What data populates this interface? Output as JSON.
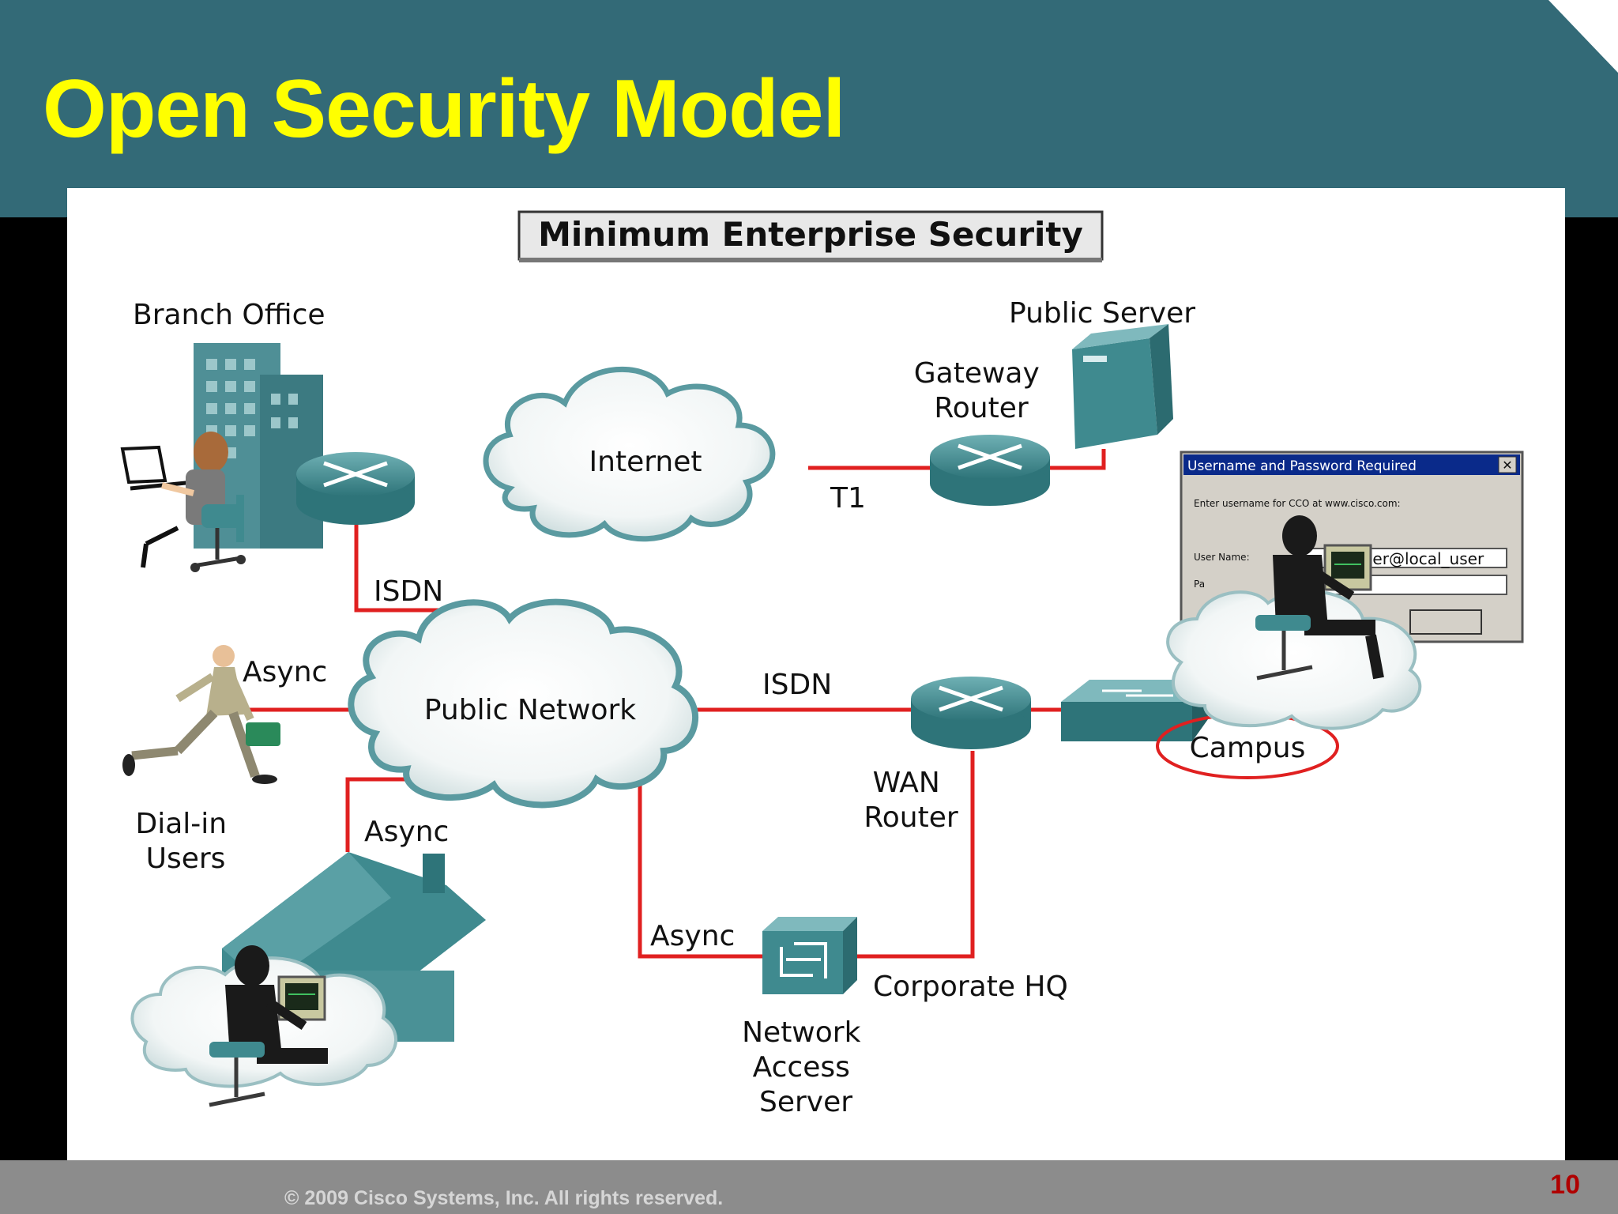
{
  "slide": {
    "title": "Open Security Model",
    "page_number": "10",
    "copyright": "© 2009 Cisco Systems, Inc. All rights reserved."
  },
  "diagram": {
    "heading": "Minimum Enterprise Security",
    "nodes": {
      "branch_office": "Branch Office",
      "internet": "Internet",
      "public_server": "Public Server",
      "gateway_router": [
        "Gateway",
        "Router"
      ],
      "public_network": "Public Network",
      "dial_in_users": [
        "Dial-in",
        "Users"
      ],
      "wan_router": [
        "WAN",
        "Router"
      ],
      "campus": "Campus",
      "corporate_hq": "Corporate HQ",
      "network_access_server": [
        "Network",
        "Access",
        "Server"
      ]
    },
    "links": {
      "t1": "T1",
      "isdn_branch": "ISDN",
      "async_dialin": "Async",
      "isdn_wan": "ISDN",
      "async_home": "Async",
      "async_nas": "Async"
    },
    "login_dialog": {
      "title": "Username and Password Required",
      "prompt": "Enter username for CCO at www.cisco.com:",
      "username_label": "User Name:",
      "username_value": "ser@local_user",
      "password_label": "Pa"
    },
    "colors": {
      "link": "#e02020",
      "device": "#3f8a8f",
      "cloud_edge": "#5a9aa0"
    }
  }
}
